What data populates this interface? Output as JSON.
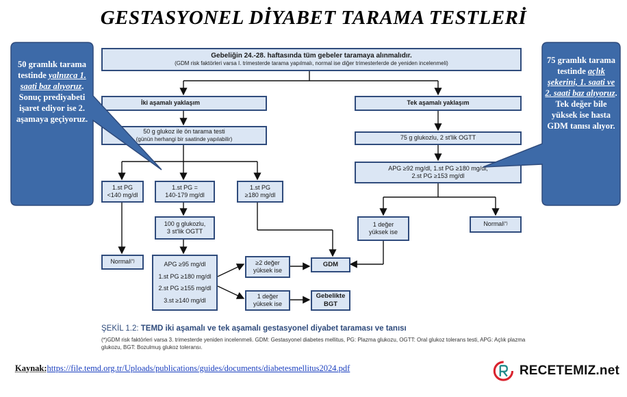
{
  "title": "GESTASYONEL DİYABET TARAMA TESTLERİ",
  "top_box": {
    "line1": "Gebeliğin 24.-28. haftasında tüm gebeler taramaya alınmalıdır.",
    "line2": "(GDM risk faktörleri varsa I. trimesterde tarama yapılmalı, normal ise diğer trimesterlerde de yeniden incelenmeli)"
  },
  "left_branch": {
    "header": "İki aşamalı yaklaşım",
    "test50_line1": "50 g glukoz ile ön tarama testi",
    "test50_line2": "(günün herhangi bir saatinde yapılabilir)",
    "pg_low": "1.st PG\n<140 mg/dl",
    "pg_mid": "1.st PG =\n140-179 mg/dl",
    "pg_high": "1.st PG\n≥180 mg/dl",
    "ogtt100": "100 g glukozlu,\n3 st'lik OGTT",
    "normal": "Normal",
    "normal_sup": "(*)",
    "criteria": [
      "APG ≥95 mg/dl",
      "1.st PG ≥180 mg/dl",
      "2.st PG ≥155 mg/dl",
      "3.st ≥140 mg/dl"
    ],
    "two_values": "≥2 değer\nyüksek ise",
    "one_value": "1 değer\nyüksek ise",
    "gdm": "GDM",
    "bgt": "Gebelikte\nBGT"
  },
  "right_branch": {
    "header": "Tek aşamalı yaklaşım",
    "ogtt75": "75 g glukozlu, 2 st'lik OGTT",
    "criteria": "APG ≥92 mg/dl,   1.st PG ≥180 mg/dl,\n2.st PG ≥153 mg/dl",
    "one_high": "1 değer\nyüksek ise",
    "normal": "Normal",
    "normal_sup": "(*)"
  },
  "caption": {
    "prefix": "ŞEKİL 1.2: ",
    "text": "TEMD iki aşamalı ve tek aşamalı gestasyonel diyabet taraması ve tanısı"
  },
  "footnote": "(*)GDM risk faktörleri varsa 3. trimesterde yeniden incelenmeli. GDM: Gestasyonel diabetes mellitus, PG: Plazma glukozu, OGTT: Oral glukoz tolerans testi, APG: Açlık plazma glukozu, BGT: Bozulmuş glukoz toleransı.",
  "left_callout": {
    "pre": "50 gramlık tarama testinde ",
    "emph": "yalnızca 1. saati baz alıyoruz",
    "post": ". Sonuç prediyabeti işaret ediyor ise 2. aşamaya geçiyoruz."
  },
  "right_callout": {
    "pre": "75 gramlık tarama testinde ",
    "emph": "açlık şekerini, 1. saati ve 2. saati baz alıyoruz",
    "post": ". Tek değer bile yüksek ise hasta GDM tanısı alıyor."
  },
  "source": {
    "label": "Kaynak:",
    "url": "https://file.temd.org.tr/Uploads/publications/guides/documents/diabetesmellitus2024.pdf"
  },
  "logo": {
    "text": "RECETEMIZ.net",
    "icon": "recetemiz-logo-icon",
    "red": "#d9232e",
    "teal": "#1f8a8a"
  },
  "colors": {
    "box_fill": "#dbe6f4",
    "box_border": "#2f4b7c",
    "callout": "#3d6aa8"
  }
}
